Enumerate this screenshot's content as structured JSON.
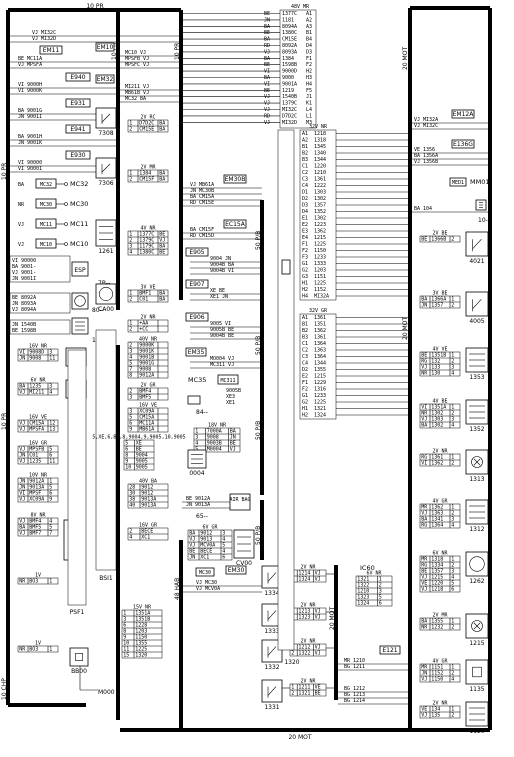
{
  "buses": {
    "top": "10 PR",
    "bottom": "20 MOT",
    "right_upper": "20 MOT",
    "right_lower": "20 MOT",
    "left_upper": "10 PR",
    "left_lower": "10 CHP",
    "left_mid": "10 PR",
    "mid_1": "10 PR",
    "mid_2": "10 PR",
    "pb_1": "50 P/B",
    "pb_2": "50 P/B",
    "pb_3": "50 P/B",
    "pb_4": "50 P/B",
    "hab": "48 HAB",
    "mot_small": "20 MOT"
  },
  "left_top": {
    "wire1": "VJ  MI32C",
    "wire2": "VJ  MI32D",
    "em11": "EM11",
    "em11_w1": "BE  MC11A",
    "em11_w2": "VJ  MPSFA",
    "e940": "E940",
    "e940_w1": "VI  9000H",
    "e940_w2": "VI  9000K",
    "e931": "E931",
    "e931_w1": "BA  9001G",
    "e931_w2": "JN  9001I",
    "e941": "E941",
    "e941_w1": "BA  9001H",
    "e941_w2": "JN  9001K",
    "e930": "E930",
    "e930_w1": "VI  90000",
    "e930_w2": "VI  9000I"
  },
  "connectors_left": {
    "mc32": "MC32",
    "mc30": "MC30",
    "mc11": "MC11",
    "mc10": "MC10",
    "mc32_pin": "BA",
    "mc30_pin": "NR",
    "mc11_pin": "VJ",
    "mc10_pin": "VJ"
  },
  "esp_block": {
    "w1": "VI  90000",
    "w2": "BA  9001-",
    "w3": "VJ  9001-",
    "w4": "JN  9001I",
    "label": "ESP",
    "id": "7B--"
  },
  "block_80": {
    "w1": "BE  8092A",
    "w2": "JN  8093A",
    "w3": "VJ  8094A",
    "id": "80--"
  },
  "block_15": {
    "w1": "JN  1540B",
    "w2": "BE  1598B",
    "id": "15--"
  },
  "left_tables": {
    "c001_head": "16V NR",
    "c001_rows": [
      [
        "VI",
        "9008D",
        "3"
      ],
      [
        "JN",
        "9008",
        "11"
      ]
    ],
    "c001": "C001",
    "r1211_head": "6V NR",
    "r1211_rows": [
      [
        "BA",
        "1235",
        "3"
      ],
      [
        "VJ",
        "MI211",
        "4"
      ]
    ],
    "r1211": "1211",
    "ve_head": "16V VE",
    "ve_rows": [
      [
        "VJ",
        "CM15A",
        "12"
      ],
      [
        "VJ",
        "MPSFA",
        "13"
      ]
    ],
    "gr_head": "16V GR",
    "gr_rows": [
      [
        "VJ",
        "MPSFB",
        "5"
      ],
      [
        "JN",
        "C01",
        "6"
      ],
      [
        "VJ",
        "1235",
        "11"
      ]
    ],
    "nr10_head": "10V NR",
    "nr10_rows": [
      [
        "JN",
        "9012A",
        "1"
      ],
      [
        "JN",
        "9013A",
        "5"
      ],
      [
        "VI",
        "MPSF",
        "6"
      ],
      [
        "VJ",
        "XC09A",
        "9"
      ]
    ],
    "nr8_head": "8V NR",
    "nr8_rows": [
      [
        "VJ",
        "BMF4",
        "4"
      ],
      [
        "BA",
        "BMF5",
        "5"
      ],
      [
        "VJ",
        "BMF7",
        "7"
      ]
    ],
    "v1_head": "1V",
    "v1_rows": [
      [
        "NR",
        "BO3",
        "1"
      ]
    ],
    "v1b_head": "1V",
    "v1b_rows": [
      [
        "NR",
        "BO3",
        "1"
      ]
    ],
    "psf1": "PSF1",
    "bb00": "BB00",
    "m000": "M000"
  },
  "middle": {
    "em10": "EM10",
    "em10_w1": "MC10  VJ",
    "em10_w2": "MPSFB VJ",
    "em10_w3": "MPSFC VJ",
    "em32": "EM32",
    "em32_w1": "MI211 VJ",
    "em32_w2": "MB61B VJ",
    "em32_w3": "MC32  BA",
    "r7308_head": "2V RC",
    "r7308_rows": [
      [
        "1",
        "D7D2C",
        "BA"
      ],
      [
        "2",
        "CM15E",
        "BA"
      ]
    ],
    "r7308": "7308",
    "r7306_head": "2V MR",
    "r7306_rows": [
      [
        "1",
        "1384",
        "BA"
      ],
      [
        "2",
        "CM15F",
        "BA"
      ]
    ],
    "r7306": "7306",
    "r1261_head": "4V NR",
    "r1261_rows": [
      [
        "1",
        "1377C",
        "BE"
      ],
      [
        "2",
        "1379C",
        "VJ"
      ],
      [
        "3",
        "1179C",
        "BA"
      ],
      [
        "4",
        "1380C",
        "BE"
      ]
    ],
    "r1261": "1261",
    "ca00_head": "3V VE",
    "ca00_rows": [
      [
        "1",
        "BMF1",
        "BA"
      ],
      [
        "2",
        "C01",
        "BA"
      ]
    ],
    "ca00": "CA00",
    "em30b": "EM30B",
    "em30b_w1": "VJ  MB61A",
    "em30b_w2": "JN  MC30B",
    "em30b_w3": "BA  CM15A",
    "em30b_w4": "RD  CM15E",
    "ec15a": "EC15A",
    "ec15a_w1": "BA  CM15F",
    "ec15a_w2": "RD  CM15D",
    "e905": "E905",
    "e905_w1": "9004  JN",
    "e905_w2": "9004B  BA",
    "e905_w3": "9004B  VI",
    "e907": "E907",
    "e907_w1": "XE  BE",
    "e907_w2": "XE1  JN",
    "e906": "E906",
    "e906_w1": "9005  VI",
    "e906_w2": "9005B  BE",
    "e906_w3": "9004B  BE",
    "em35": "EM35",
    "em35_w1": "MO004  VJ",
    "em35_w2": "MC311  VJ",
    "mc35": "MC35",
    "mc311": "MC311",
    "block84_w1": "9005B",
    "block84_w2": "XE3",
    "block84_w3": "XE1",
    "block84": "84--",
    "nr2v_head": "2V NR",
    "nr2v_rows": [
      [
        "1",
        "+AA",
        ""
      ],
      [
        "2",
        "+CC",
        ""
      ]
    ],
    "nr40_head": "40V NR",
    "nr40_rows": [
      [
        "2",
        "9000K",
        ""
      ],
      [
        "3",
        "9001K",
        ""
      ],
      [
        "4",
        "9001B",
        ""
      ],
      [
        "5",
        "9001G",
        ""
      ],
      [
        "7",
        "9008",
        ""
      ],
      [
        "8",
        "9012A",
        ""
      ]
    ],
    "gr2v_head": "2V GR",
    "gr2v_rows": [
      [
        "2",
        "BMF4",
        ""
      ],
      [
        "3",
        "BMF5",
        ""
      ]
    ],
    "ve16_head": "16V VE",
    "ve16_rows": [
      [
        "3",
        "XC09A",
        ""
      ],
      [
        "5",
        "CM15A",
        ""
      ],
      [
        "6",
        "MC11A",
        ""
      ],
      [
        "9",
        "MB61A",
        ""
      ]
    ],
    "box0004_head": "18V NR",
    "box0004_rows": [
      [
        "1",
        "7000A",
        "BA"
      ],
      [
        "3",
        "9008",
        "JN"
      ],
      [
        "4",
        "9003B",
        "BE"
      ],
      [
        "5",
        "M0004",
        "VJ"
      ]
    ],
    "box0004": "0004",
    "bsi_rows": [
      [
        "5",
        "XE"
      ],
      [
        "6",
        "BE"
      ],
      [
        "8",
        "9004"
      ],
      [
        "9",
        "9005"
      ],
      [
        "10",
        "9005"
      ]
    ],
    "bsi": "BSI1",
    "nr40b_head": "40V BA",
    "nr40b_rows": [
      [
        "28",
        "9012"
      ],
      [
        "30",
        "9012"
      ],
      [
        "38",
        "9013A"
      ],
      [
        "40",
        "9013A"
      ]
    ],
    "gr16_head": "16V GR",
    "gr16_rows": [
      [
        "2",
        "BECE"
      ],
      [
        "4",
        "XC1"
      ]
    ],
    "block65_w1": "BE  9012A",
    "block65_w2": "JN  9013A",
    "block65": "65--",
    "airbag": "AIR BAG",
    "cv00_head": "6V GR",
    "cv00_rows": [
      [
        "BA",
        "9012",
        "3"
      ],
      [
        "VJ",
        "9013",
        "4"
      ],
      [
        "VJ",
        "MCV0A",
        "5"
      ],
      [
        "BE",
        "BECE",
        "4"
      ],
      [
        "JN",
        "XC1",
        "6"
      ]
    ],
    "cv00": "CV00",
    "mc30": "MC30",
    "em30": "EM30",
    "em30_w1": "VJ  MC30",
    "em30_w2": "VJ  MCV0A",
    "psf1_head": "15V NR",
    "psf1_rows": [
      [
        "1",
        "1351A"
      ],
      [
        "3",
        "1351B"
      ],
      [
        "6",
        "1228"
      ],
      [
        "8",
        "1203"
      ],
      [
        "9",
        "1150"
      ],
      [
        "10",
        "1355"
      ],
      [
        "11",
        "1225"
      ],
      [
        "15",
        "1320"
      ]
    ],
    "r1334_head": "2V NR",
    "r1334_rows": [
      [
        "1",
        "1214",
        "VJ"
      ],
      [
        "2",
        "1324",
        "VJ"
      ]
    ],
    "r1334": "1334",
    "r1333_head": "2V NR",
    "r1333_rows": [
      [
        "1",
        "1213",
        "VJ"
      ],
      [
        "2",
        "1323",
        "VJ"
      ]
    ],
    "r1333": "1333",
    "r1332_head": "2V NR",
    "r1332_rows": [
      [
        "1",
        "1212",
        "VJ"
      ],
      [
        "2",
        "1322",
        "VJ"
      ]
    ],
    "r1332": "1332",
    "r1331_head": "2V NR",
    "r1331_rows": [
      [
        "1",
        "1211",
        "VE"
      ],
      [
        "2",
        "1321",
        "BE"
      ]
    ],
    "r1331": "1331",
    "ic60": "IC60",
    "ic60_head": "6V NR",
    "ic60_rows": [
      [
        "1321",
        "1"
      ],
      [
        "1322",
        "2"
      ],
      [
        "1210",
        "3"
      ],
      [
        "1323",
        "5"
      ],
      [
        "1324",
        "6"
      ]
    ],
    "e121": "E121",
    "e121_w1": "MR  1210",
    "e121_w2": "BG  1211",
    "e121_w3": "BG  1212",
    "e121_w4": "BG  1213",
    "e121_w5": "BG  1214"
  },
  "main_conn": {
    "head": "48V MR",
    "rows": [
      [
        "BE",
        "1377C",
        "A1"
      ],
      [
        "JN",
        "1181",
        "A2"
      ],
      [
        "BA",
        "8094A",
        "A3"
      ],
      [
        "BE",
        "1380C",
        "B1"
      ],
      [
        "BA",
        "CM15E",
        "B4"
      ],
      [
        "RD",
        "8092A",
        "D4"
      ],
      [
        "VJ",
        "8093A",
        "D3"
      ],
      [
        "BA",
        "1384",
        "F1"
      ],
      [
        "BE",
        "1598B",
        "F2"
      ],
      [
        "VI",
        "9000D",
        "H2"
      ],
      [
        "BA",
        "9000",
        "H3"
      ],
      [
        "VI",
        "9001A",
        "H4"
      ],
      [
        "BE",
        "1219",
        "F5"
      ],
      [
        "VJ",
        "1540B",
        "J1"
      ],
      [
        "VJ",
        "1379C",
        "K1"
      ],
      [
        "VJ",
        "MI32C",
        "L4"
      ],
      [
        "RD",
        "D7D2C",
        "L1"
      ],
      [
        "VJ",
        "MI32D",
        "M3"
      ]
    ]
  },
  "conn_1320": {
    "id": "1320",
    "nr_head": "32V NR",
    "nr_rows": [
      [
        "A1",
        "1218"
      ],
      [
        "A2",
        "1318"
      ],
      [
        "B1",
        "1345"
      ],
      [
        "B2",
        "1340"
      ],
      [
        "B3",
        "1344"
      ],
      [
        "C1",
        "1220"
      ],
      [
        "C2",
        "1210"
      ],
      [
        "C3",
        "1361"
      ],
      [
        "C4",
        "1222"
      ],
      [
        "D1",
        "1303"
      ],
      [
        "D2",
        "1302"
      ],
      [
        "D3",
        "1357"
      ],
      [
        "D4",
        "1352"
      ],
      [
        "E1",
        "1302"
      ],
      [
        "E2",
        "1223"
      ],
      [
        "E3",
        "1362"
      ],
      [
        "E4",
        "1215"
      ],
      [
        "F1",
        "1225"
      ],
      [
        "F2",
        "1150"
      ],
      [
        "F3",
        "1233"
      ],
      [
        "G1",
        "1333"
      ],
      [
        "G2",
        "1203"
      ],
      [
        "G3",
        "1151"
      ],
      [
        "H1",
        "1225"
      ],
      [
        "H2",
        "1152"
      ],
      [
        "H4",
        "MI32A"
      ]
    ],
    "gr_head": "32V GR",
    "gr_rows": [
      [
        "A1",
        "1361"
      ],
      [
        "B1",
        "1351"
      ],
      [
        "B2",
        "1362"
      ],
      [
        "B3",
        "1361"
      ],
      [
        "C1",
        "1364"
      ],
      [
        "C2",
        "1363"
      ],
      [
        "C3",
        "1364"
      ],
      [
        "C4",
        "1344"
      ],
      [
        "D2",
        "1355"
      ],
      [
        "E2",
        "1215"
      ],
      [
        "F1",
        "1229"
      ],
      [
        "F2",
        "1316"
      ],
      [
        "G1",
        "1233"
      ],
      [
        "G2",
        "1225"
      ],
      [
        "H1",
        "1321"
      ],
      [
        "H2",
        "1324"
      ]
    ]
  },
  "right": {
    "em12a": "EM12A",
    "em12a_w1": "VJ  MI32A",
    "em12a_w2": "VJ  MI32C",
    "e136g": "E136G",
    "e136g_w1": "VE  1356",
    "e136g_w2": "BA  1356A",
    "e136g_w3": "VJ  1356B",
    "mm01": "MM01",
    "med01": "MED1",
    "r10_w": "BA   104",
    "r10": "10--",
    "r4021_head": "2V BE",
    "r4021_rows": [
      [
        "BE",
        "1366B",
        "2"
      ]
    ],
    "r4021": "4021",
    "r4005_head": "3V BE",
    "r4005_rows": [
      [
        "BA",
        "1366A",
        "1"
      ],
      [
        "JN",
        "1357",
        "2"
      ]
    ],
    "r4005": "4005",
    "r1353_head": "4V VE",
    "r1353_rows": [
      [
        "BE",
        "1351B",
        "1"
      ],
      [
        "RG",
        "132",
        "2"
      ],
      [
        "VJ",
        "133",
        "3"
      ],
      [
        "NR",
        "130",
        "4"
      ]
    ],
    "r1353": "1353",
    "r1352_head": "4V BE",
    "r1352_rows": [
      [
        "VI",
        "1351A",
        "1"
      ],
      [
        "NR",
        "1302",
        "2"
      ],
      [
        "VJ",
        "1303",
        "3"
      ],
      [
        "BA",
        "1302",
        "4"
      ]
    ],
    "r1352": "1352",
    "r1313_head": "2V NR",
    "r1313_rows": [
      [
        "RG",
        "1361",
        "1"
      ],
      [
        "VI",
        "1362",
        "2"
      ]
    ],
    "r1313": "1313",
    "r1312_head": "4V GR",
    "r1312_rows": [
      [
        "MR",
        "1362",
        "1"
      ],
      [
        "VJ",
        "1363",
        "2"
      ],
      [
        "BA",
        "1341",
        "3"
      ],
      [
        "RG",
        "1364",
        "4"
      ]
    ],
    "r1312": "1312",
    "r1262_head": "6V NR",
    "r1262_rows": [
      [
        "MR",
        "1318",
        "1"
      ],
      [
        "RG",
        "1334",
        "2"
      ],
      [
        "BE",
        "1357",
        "3"
      ],
      [
        "VJ",
        "1215",
        "4"
      ],
      [
        "VE",
        "1220",
        "5"
      ],
      [
        "VJ",
        "1218",
        "6"
      ]
    ],
    "r1262": "1262",
    "r1215_head": "2V MR",
    "r1215_rows": [
      [
        "BA",
        "1355",
        "1"
      ],
      [
        "NR",
        "1232",
        "2"
      ]
    ],
    "r1215": "1215",
    "r1135_head": "4V GR",
    "r1135_rows": [
      [
        "MR",
        "1151",
        "1"
      ],
      [
        "JN",
        "1152",
        "2"
      ],
      [
        "VJ",
        "1150",
        "4"
      ]
    ],
    "r1135": "1135",
    "r1120_head": "2V NR",
    "r1120_rows": [
      [
        "VE",
        "134",
        "1"
      ],
      [
        "VJ",
        "135",
        "2"
      ]
    ],
    "r1120": "1120"
  }
}
